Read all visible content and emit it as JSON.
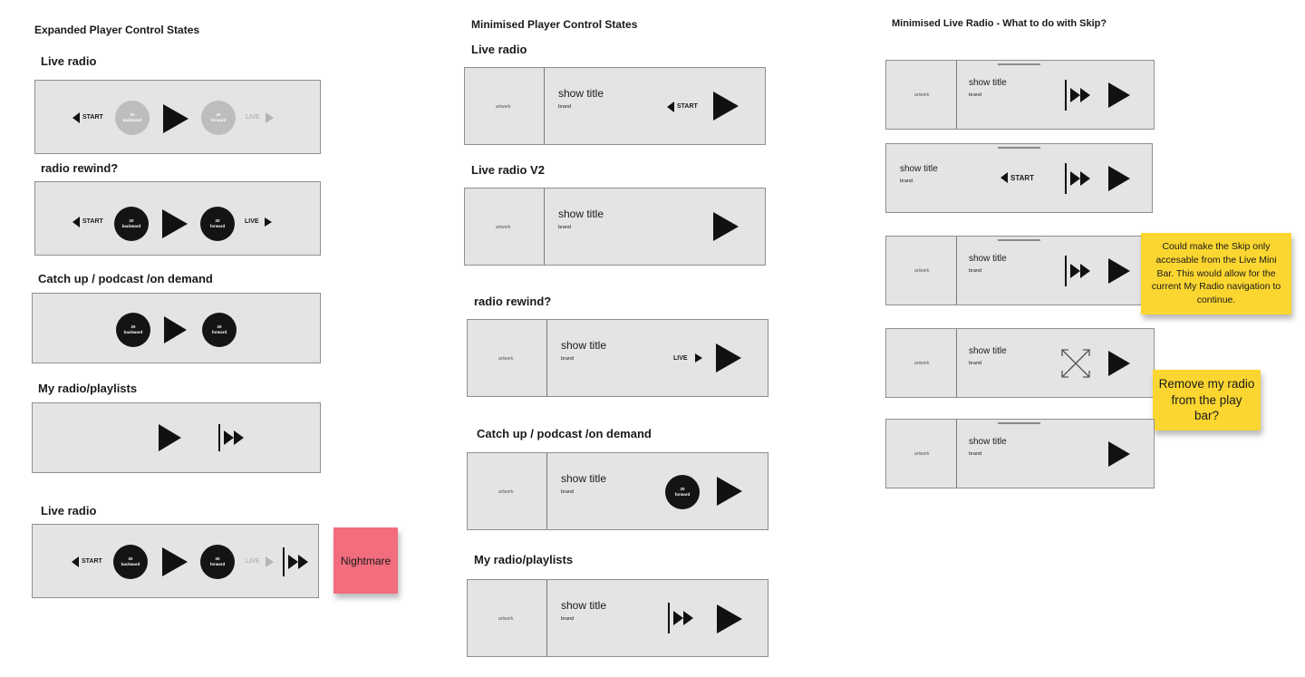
{
  "columns": {
    "expanded": {
      "heading": "Expanded Player Control States",
      "sections": [
        {
          "label": "Live radio"
        },
        {
          "label": "radio rewind?"
        },
        {
          "label": "Catch up / podcast /on demand"
        },
        {
          "label": "My radio/playlists"
        },
        {
          "label": "Live radio"
        }
      ]
    },
    "minimised": {
      "heading": "Minimised Player Control States",
      "sections": [
        {
          "label": "Live radio"
        },
        {
          "label": "Live radio V2"
        },
        {
          "label": "radio rewind?"
        },
        {
          "label": "Catch up / podcast /on demand"
        },
        {
          "label": "My radio/playlists"
        }
      ]
    },
    "skip": {
      "heading": "Minimised Live Radio - What to do with Skip?"
    }
  },
  "controls": {
    "start": "START",
    "live": "LIVE",
    "back_num": "20",
    "back_word": "backward",
    "fwd_num": "20",
    "fwd_word": "forward"
  },
  "mini": {
    "artwork": "artwork",
    "show_title": "show title",
    "brand": "brand"
  },
  "stickies": {
    "nightmare": {
      "text": "Nightmare",
      "color": "#f26d7d"
    },
    "skip_note": {
      "text": "Could make the Skip only accesable from the Live Mini Bar. This would allow for the current My Radio navigation to continue.",
      "color": "#fbd631"
    },
    "remove_note": {
      "text": "Remove my radio from the play bar?",
      "color": "#fbd631"
    }
  }
}
